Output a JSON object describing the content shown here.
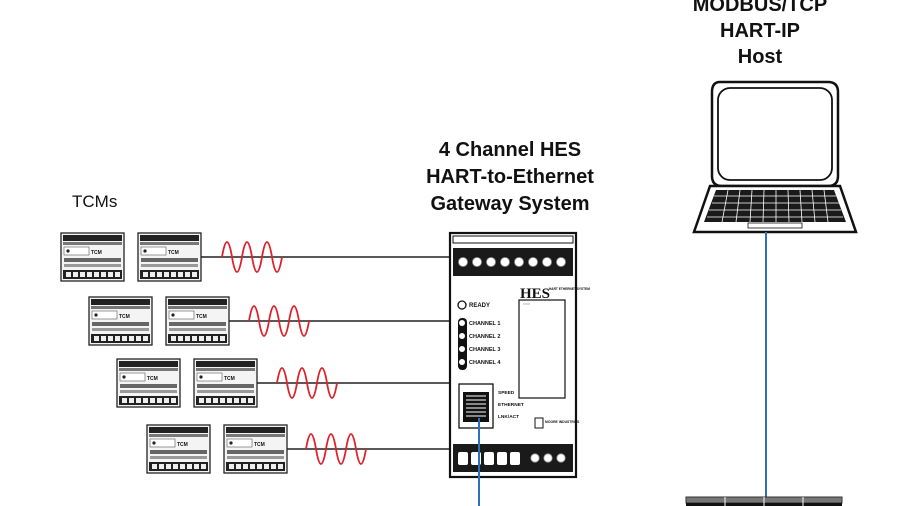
{
  "host": {
    "title_line1": "MODBUS/TCP",
    "title_line2": "HART-IP",
    "title_line3": "Host"
  },
  "gateway": {
    "title_line1": "4 Channel HES",
    "title_line2": "HART-to-Ethernet",
    "title_line3": "Gateway System",
    "logo": "HES",
    "logo_sub": "HART ETHERNET SYSTEM",
    "leds": {
      "ready": "READY",
      "ch1": "CHANNEL 1",
      "ch2": "CHANNEL 2",
      "ch3": "CHANNEL 3",
      "ch4": "CHANNEL 4"
    },
    "port": {
      "speed": "SPEED",
      "ethernet": "ETHERNET",
      "link": "LNK/ACT"
    },
    "maker": "MOORE INDUSTRIES"
  },
  "tcm": {
    "label": "TCMs",
    "module_text": "TCM"
  },
  "colors": {
    "signal_wave": "#e0202a",
    "ethernet_line": "#2f6fc0",
    "wire": "#222222"
  }
}
